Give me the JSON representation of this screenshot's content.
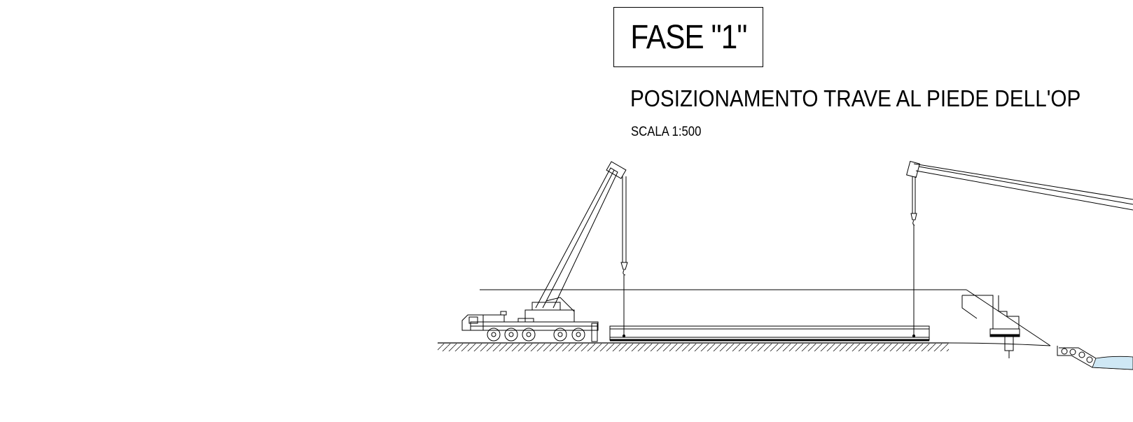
{
  "drawing": {
    "phase_label": "FASE \"1\"",
    "title": "POSIZIONAMENTO TRAVE AL PIEDE DELL'OP",
    "scale": "SCALA  1:500"
  },
  "colors": {
    "line": "#000000",
    "water": "#cfe8f5",
    "background": "#ffffff"
  }
}
